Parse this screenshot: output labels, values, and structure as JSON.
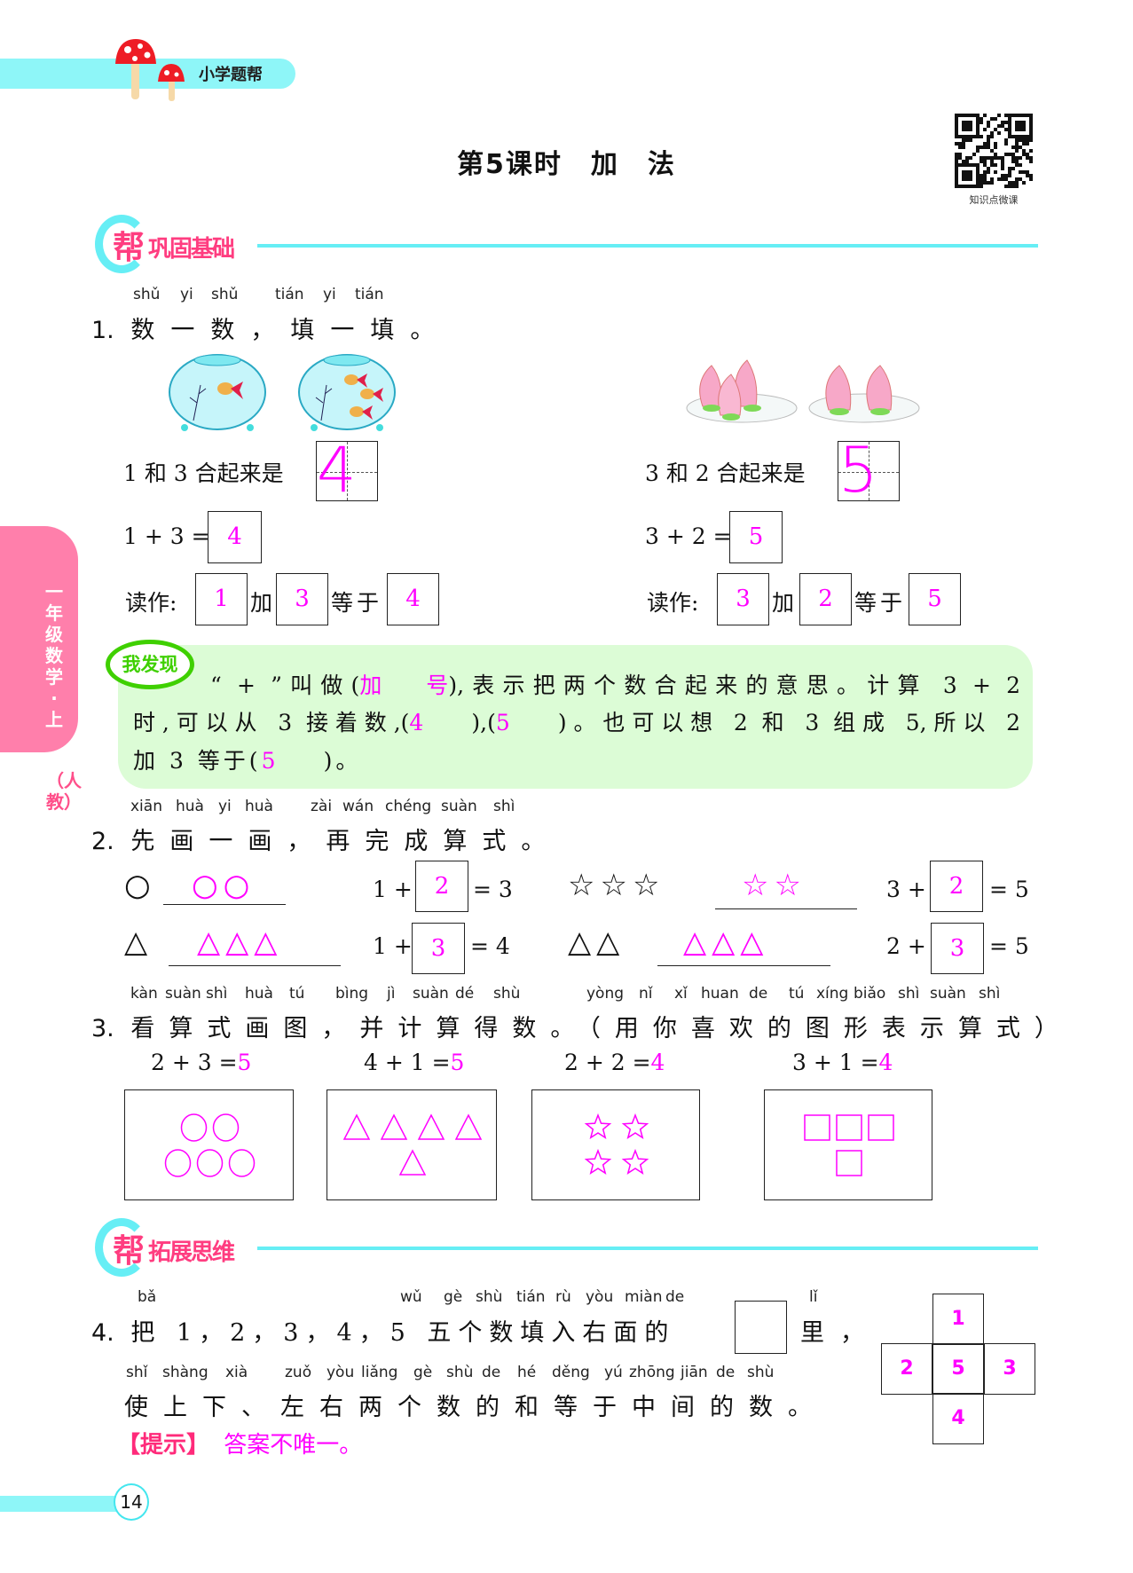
{
  "header": {
    "brand": "小学题帮"
  },
  "title": "第5课时　加　法",
  "qr_caption": "知识点微课",
  "side_tab": {
    "grade": "一年级数学·上",
    "edition": "（人教）"
  },
  "sections": [
    {
      "icon_char": "帮",
      "label": "巩固基础"
    },
    {
      "icon_char": "帮",
      "label": "拓展思维"
    }
  ],
  "q1": {
    "number": "1.",
    "pinyin": [
      "shǔ",
      "yi",
      "shǔ",
      "tián",
      "yi",
      "tián"
    ],
    "text": "数一数，填一填。",
    "left": {
      "combine_text": "1 和 3 合起来是",
      "combine_answer": "4",
      "equation": "1 + 3 =",
      "equation_answer": "4",
      "read_label": "读作:",
      "read_answers": [
        "1",
        "3",
        "4"
      ],
      "plus_word": "加",
      "equals_word": "等于"
    },
    "right": {
      "combine_text": "3 和 2 合起来是",
      "combine_answer": "5",
      "equation": "3 + 2 =",
      "equation_answer": "5",
      "read_label": "读作:",
      "read_answers": [
        "3",
        "2",
        "5"
      ],
      "plus_word": "加",
      "equals_word": "等于"
    }
  },
  "discover": {
    "badge": "我发现",
    "line1": {
      "before": "“ + ”叫做(",
      "answer": "加号",
      "after": "),表示把两个数合起来的意思。计算 3 + 2"
    },
    "line2": {
      "before": "时,可以从 3 接着数,(",
      "answer1": "4",
      "mid": "),(",
      "answer2": "5",
      "after": ")。也可以想 2 和 3 组成 5,所以 2"
    },
    "line3": {
      "before": "加 3 等于(",
      "answer": "5",
      "after": ")。"
    }
  },
  "q2": {
    "number": "2.",
    "pinyin": [
      "xiān",
      "huà",
      "yi",
      "huà",
      "zài",
      "wán",
      "chéng",
      "suàn",
      "shì"
    ],
    "text": "先画一画，再完成算式。",
    "rows": [
      {
        "given": "○",
        "drawn": "○○",
        "prefix": "1 +",
        "answer": "2",
        "suffix": "= 3"
      },
      {
        "given": "☆☆☆",
        "drawn": "☆☆",
        "prefix": "3 +",
        "answer": "2",
        "suffix": "= 5"
      },
      {
        "given": "△",
        "drawn": "△△△",
        "prefix": "1 +",
        "answer": "3",
        "suffix": "= 4"
      },
      {
        "given": "△△",
        "drawn": "△△△",
        "prefix": "2 +",
        "answer": "3",
        "suffix": "= 5"
      }
    ]
  },
  "q3": {
    "number": "3.",
    "pinyin": [
      "kàn",
      "suàn",
      "shì",
      "huà",
      "tú",
      "bìng",
      "jì",
      "suàn",
      "dé",
      "shù",
      "yòng",
      "nǐ",
      "xǐ",
      "huan",
      "de",
      "tú",
      "xíng",
      "biǎo",
      "shì",
      "suàn",
      "shì"
    ],
    "text": "看算式画图，并计算得数。（用你喜欢的图形表示算式）",
    "items": [
      {
        "equation": "2 + 3 =",
        "answer": "5",
        "shape": "circle",
        "rows": [
          2,
          3
        ]
      },
      {
        "equation": "4 + 1 =",
        "answer": "5",
        "shape": "triangle",
        "rows": [
          4,
          1
        ]
      },
      {
        "equation": "2 + 2 =",
        "answer": "4",
        "shape": "star",
        "rows": [
          2,
          2
        ]
      },
      {
        "equation": "3 + 1 =",
        "answer": "4",
        "shape": "square",
        "rows": [
          3,
          1
        ]
      }
    ]
  },
  "q4": {
    "number": "4.",
    "pinyin_line1": [
      "bǎ",
      "wǔ",
      "gè",
      "shù",
      "tián",
      "rù",
      "yòu",
      "miàn",
      "de",
      "lǐ"
    ],
    "text_line1_before": "把 1，2，3，4，5 五个数填入右面的",
    "text_line1_after": "里，",
    "pinyin_line2": [
      "shǐ",
      "shàng",
      "xià",
      "zuǒ",
      "yòu",
      "liǎng",
      "gè",
      "shù",
      "de",
      "hé",
      "děng",
      "yú",
      "zhōng",
      "jiān",
      "de",
      "shù"
    ],
    "text_line2": "使上下、左右两个数的和等于中间的数。",
    "hint_label": "【提示】",
    "hint_text": "答案不唯一。",
    "grid": {
      "top": "1",
      "left": "2",
      "center": "5",
      "right": "3",
      "bottom": "4"
    }
  },
  "page_number": "14",
  "colors": {
    "answer": "#ff00ff",
    "section": "#ff3d80",
    "accent_cyan": "#66eef5",
    "discover_bg": "#dcfcd6",
    "side_tab": "#ff7fab"
  }
}
